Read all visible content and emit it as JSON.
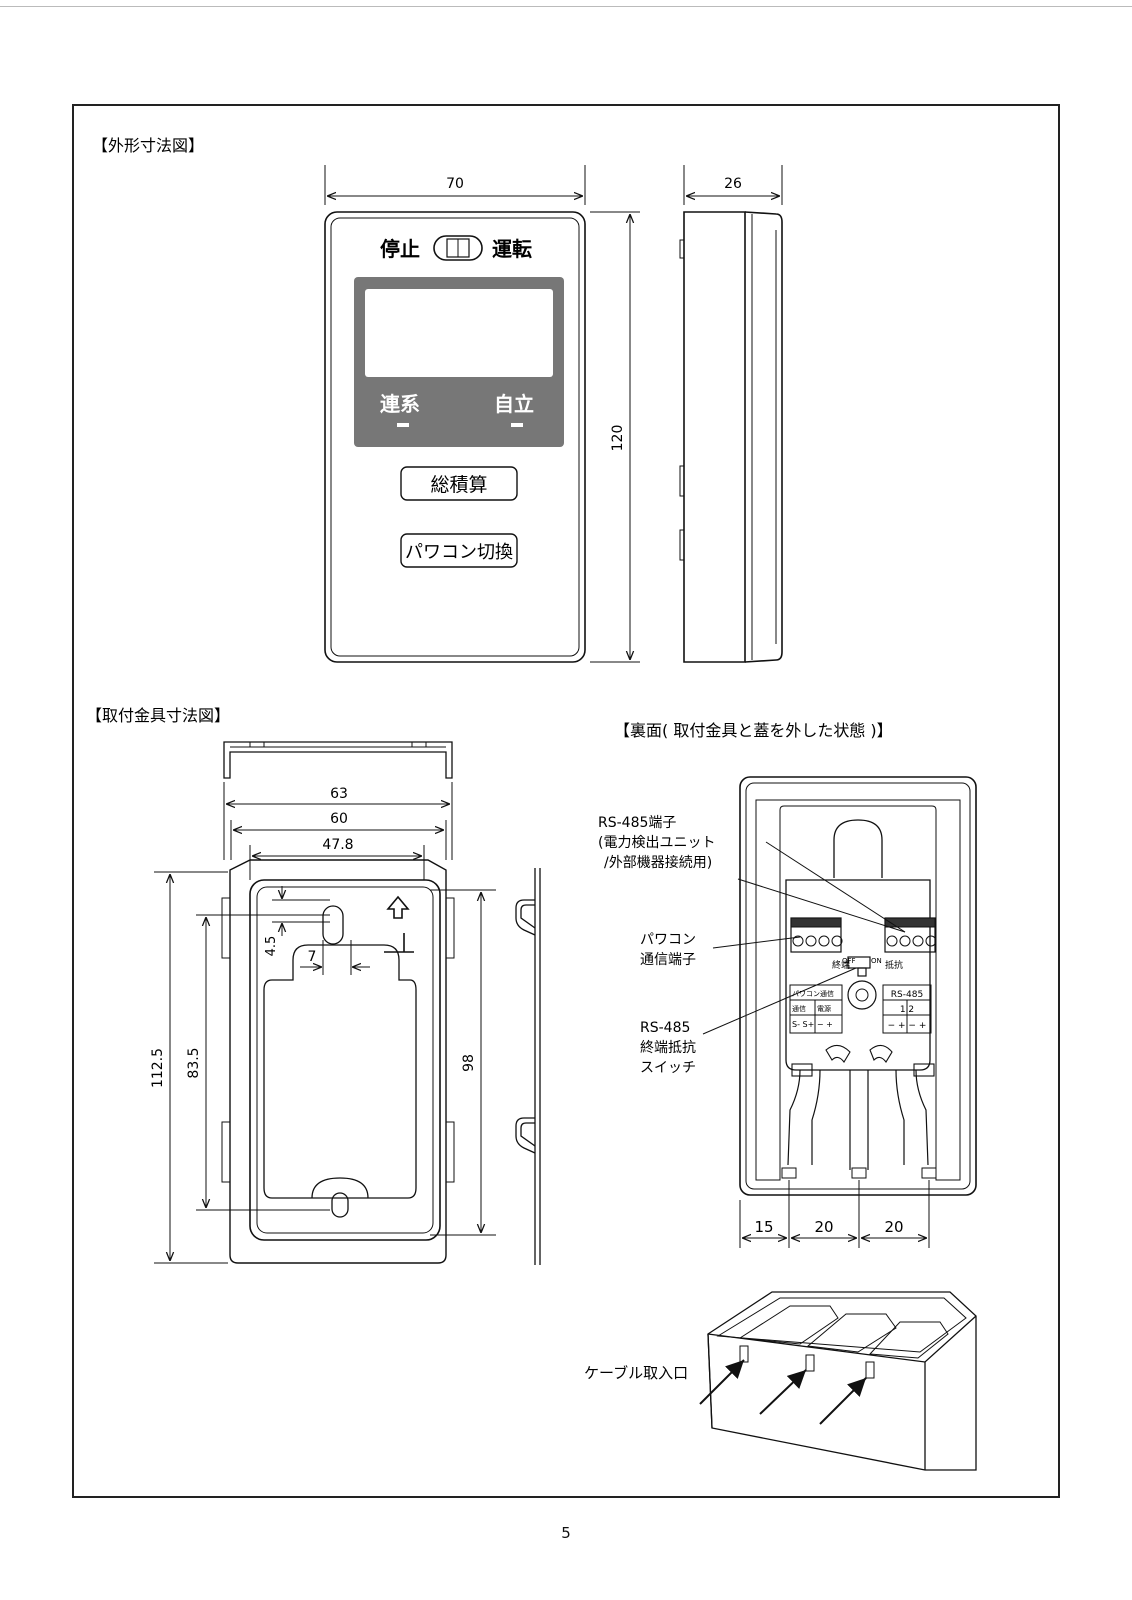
{
  "sections": {
    "outline_title": "【外形寸法図】",
    "bracket_title": "【取付金具寸法図】",
    "back_title": "【裏面( 取付金具と蓋を外した状態 )】"
  },
  "front_panel": {
    "switch_stop": "停止",
    "switch_run": "運転",
    "led_grid": "連系",
    "led_standalone": "自立",
    "btn_total": "総積算",
    "btn_pcs_switch": "パワコン切換"
  },
  "dimensions": {
    "width": "70",
    "height": "120",
    "depth": "26",
    "bracket_63": "63",
    "bracket_60": "60",
    "bracket_47_8": "47.8",
    "bracket_112_5": "112.5",
    "bracket_83_5": "83.5",
    "bracket_98": "98",
    "bracket_4_5": "4.5",
    "bracket_7": "7",
    "back_15": "15",
    "back_20a": "20",
    "back_20b": "20"
  },
  "back_labels": {
    "rs485_terminal_l1": "RS-485端子",
    "rs485_terminal_l2": "(電力検出ユニット",
    "rs485_terminal_l3": "/外部機器接続用)",
    "pcs_terminal_l1": "パワコン",
    "pcs_terminal_l2": "通信端子",
    "term_switch_l1": "RS-485",
    "term_switch_l2": "終端抵抗",
    "term_switch_l3": "スイッチ",
    "cable_inlet": "ケーブル取入口",
    "tb_left_top_a": "パワコン通信",
    "tb_left_row1_a": "通信",
    "tb_left_row1_b": "電源",
    "tb_left_row2": "S- S+ − +",
    "tb_right_top": "RS-485",
    "tb_right_row1": "1   2",
    "tb_right_row2": "− + − +",
    "sw_off": "OFF",
    "sw_on": "ON",
    "sw_label_left": "終端",
    "sw_label_right": "抵抗"
  },
  "page_number": "5"
}
